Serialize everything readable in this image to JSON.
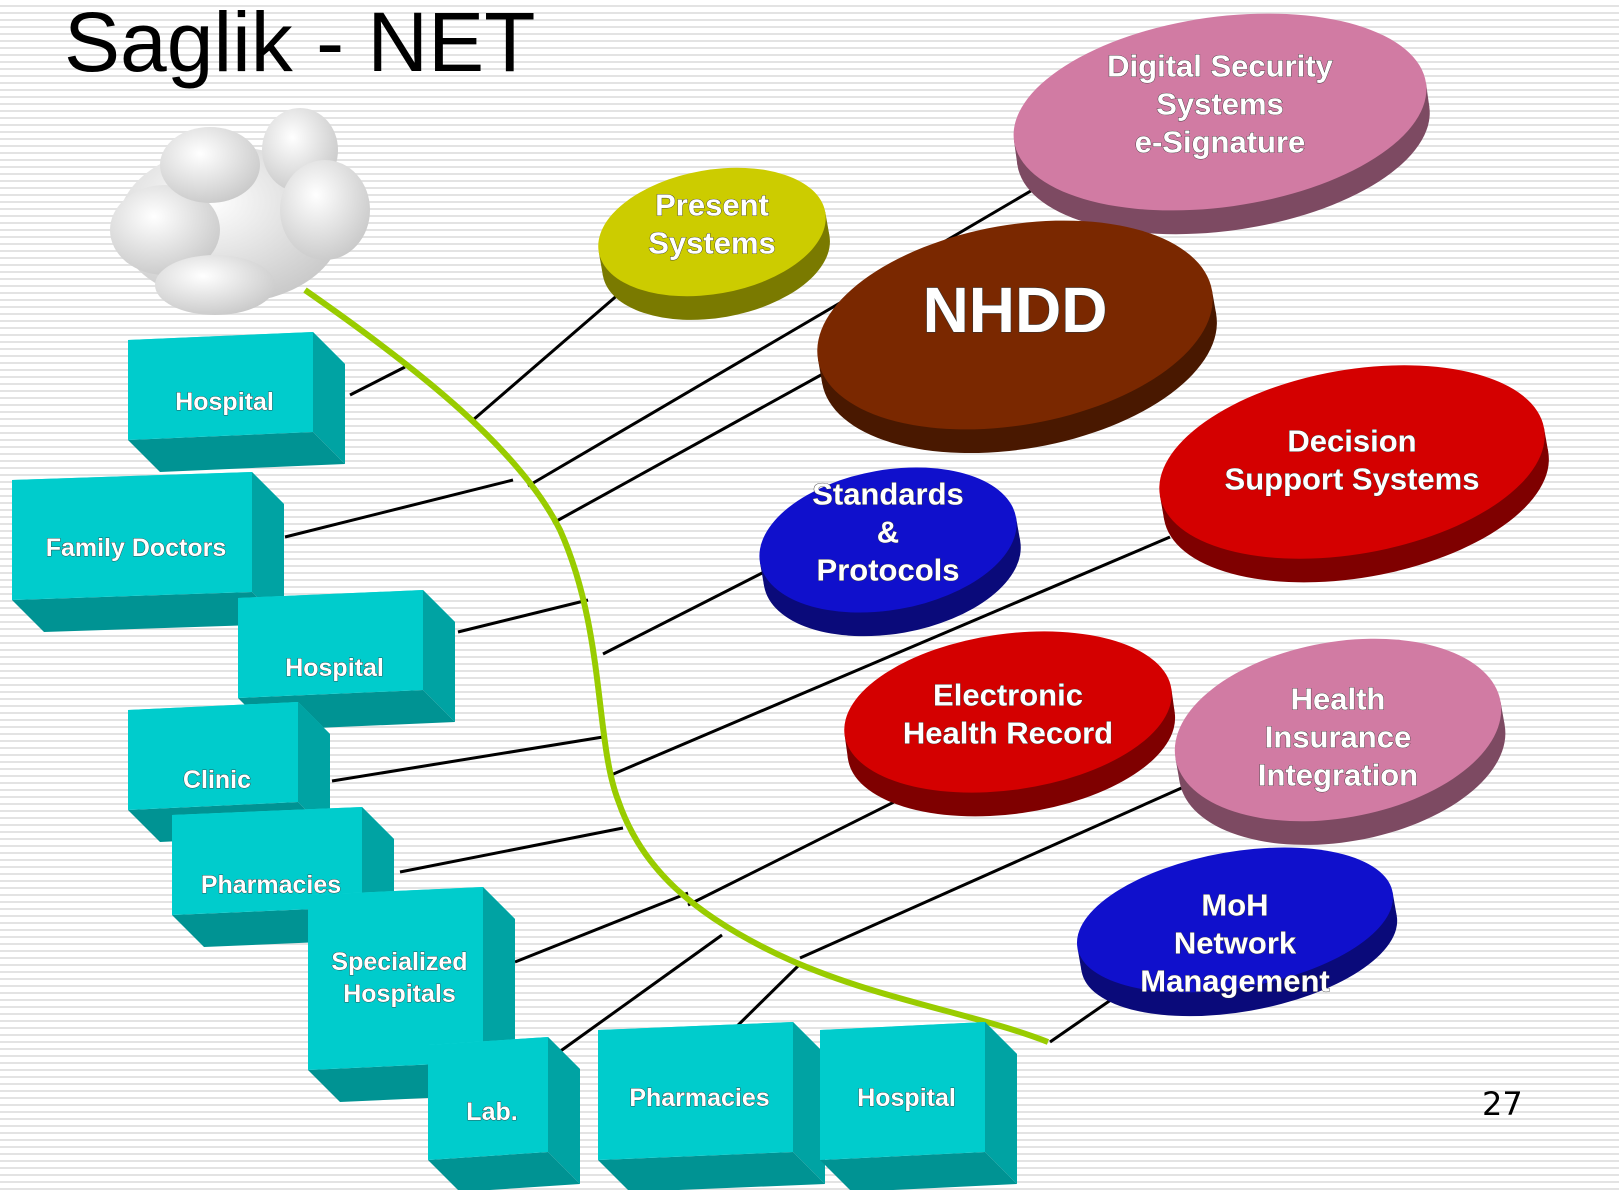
{
  "title": "Saglik - NET",
  "page_number": "27",
  "services": [
    {
      "id": "digital-security",
      "lines": [
        "Digital Security",
        "Systems",
        "e-Signature"
      ],
      "color": "#d17ba3"
    },
    {
      "id": "present-systems",
      "lines": [
        "Present",
        "Systems"
      ],
      "color": "#cccc00"
    },
    {
      "id": "nhdd",
      "lines": [
        "NHDD"
      ],
      "color": "#7a2800"
    },
    {
      "id": "decision-support",
      "lines": [
        "Decision",
        "Support Systems"
      ],
      "color": "#d40000"
    },
    {
      "id": "standards-protocols",
      "lines": [
        "Standards",
        "&",
        "Protocols"
      ],
      "color": "#1010cc"
    },
    {
      "id": "electronic-health-record",
      "lines": [
        "Electronic",
        "Health Record"
      ],
      "color": "#d40000"
    },
    {
      "id": "health-insurance",
      "lines": [
        "Health",
        "Insurance",
        "Integration"
      ],
      "color": "#d17ba3"
    },
    {
      "id": "moh-network",
      "lines": [
        "MoH",
        "Network",
        "Management"
      ],
      "color": "#1010cc"
    }
  ],
  "facilities": [
    {
      "id": "hospital-1",
      "lines": [
        "Hospital"
      ]
    },
    {
      "id": "family-doctors",
      "lines": [
        "Family Doctors"
      ]
    },
    {
      "id": "hospital-2",
      "lines": [
        "Hospital"
      ]
    },
    {
      "id": "clinic",
      "lines": [
        "Clinic"
      ]
    },
    {
      "id": "pharmacies-1",
      "lines": [
        "Pharmacies"
      ]
    },
    {
      "id": "specialized-hospitals",
      "lines": [
        "Specialized",
        "Hospitals"
      ]
    },
    {
      "id": "lab",
      "lines": [
        "Lab."
      ]
    },
    {
      "id": "pharmacies-2",
      "lines": [
        "Pharmacies"
      ]
    },
    {
      "id": "hospital-3",
      "lines": [
        "Hospital"
      ]
    }
  ],
  "colors": {
    "backbone": "#99cc00",
    "box_front": "#00cccc",
    "box_top": "#22dddd",
    "box_side": "#00a3a3",
    "cloud": "#d9d9d9"
  }
}
